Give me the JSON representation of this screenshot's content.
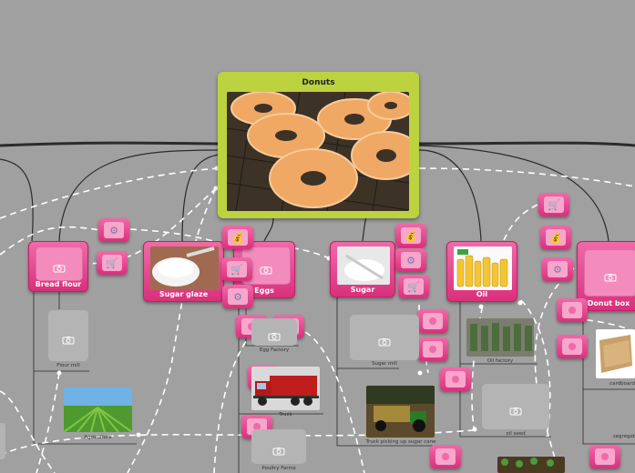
{
  "root": {
    "title": "Donuts"
  },
  "topics": {
    "bread_flour": "Bread flour",
    "sugar_glaze": "Sugar glaze",
    "eggs": "Eggs",
    "sugar": "Sugar",
    "oil": "Oil",
    "donut_box": "Donut box"
  },
  "captions": {
    "flour_mill": "Flour mill",
    "agriculture": "Agriculture",
    "egg_factory": "Egg Factory",
    "truck": "Truck",
    "poultry_farms": "Poultry Farms",
    "sugar_mill": "Sugar mill",
    "truck_picking_sugar_cane": "Truck picking up sugar cane",
    "oil_factory": "Oil factory",
    "oil_seed": "oil seed",
    "cardboard": "cardboard",
    "segregation": "segregat"
  },
  "icons": {
    "gear": "gear-icon",
    "cart": "cart-icon",
    "money": "money-bag-icon",
    "camera": "camera-icon"
  },
  "colors": {
    "background": "#a0a0a0",
    "root_border": "#b6cf3a",
    "topic_pink": "#e23f8a",
    "connector_dark": "#2b2b2b",
    "dashed_link": "#ffffff"
  }
}
